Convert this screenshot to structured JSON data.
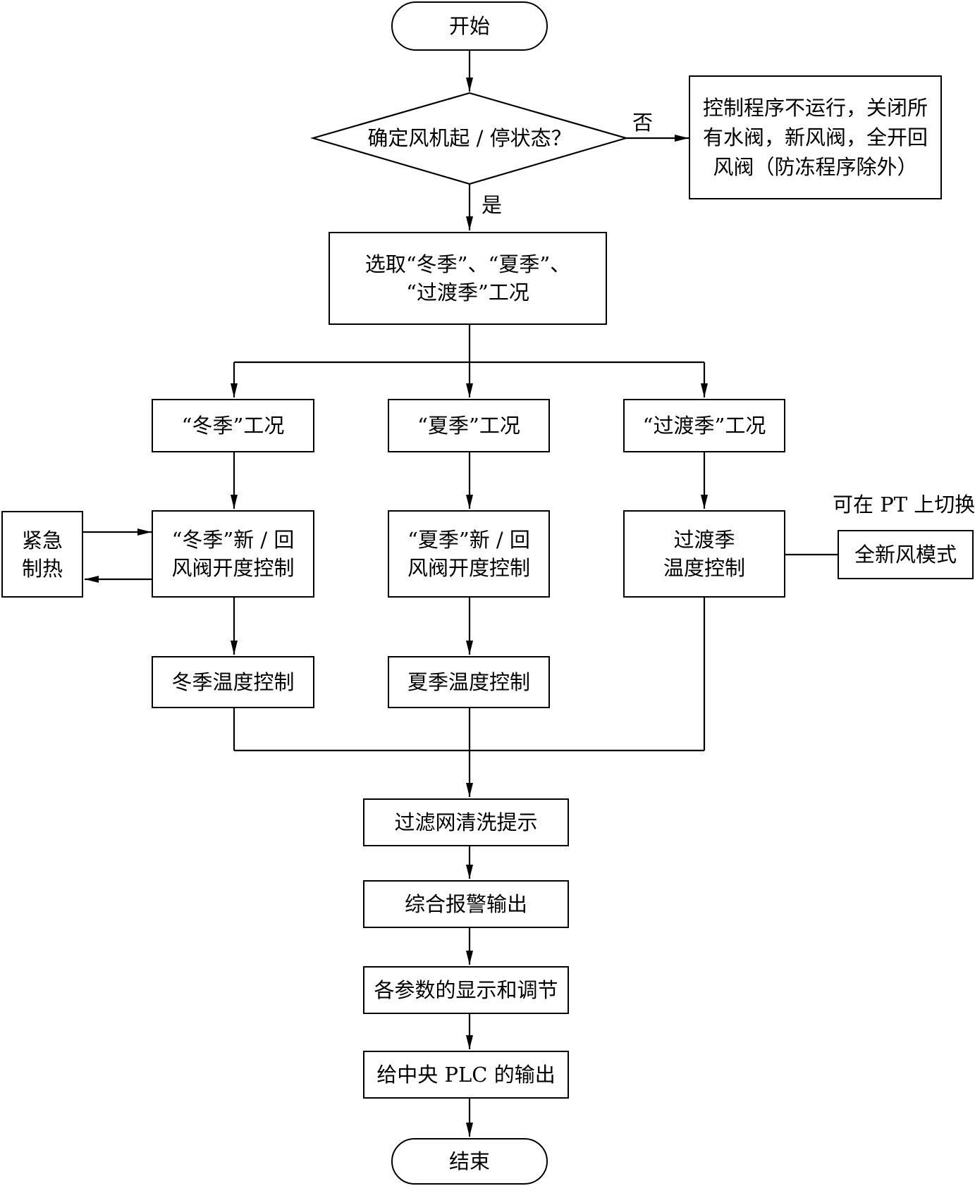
{
  "start": "开始",
  "decision": "确定风机起 / 停状态？",
  "no_label": "否",
  "yes_label": "是",
  "stop_box": "控制程序不运行，关闭所\n有水阀，新风阀，全开回\n风阀（防冻程序除外）",
  "select_mode": "选取“冬季”、“夏季”、\n“过渡季”工况",
  "winter_mode": "“冬季”工况",
  "summer_mode": "“夏季”工况",
  "transition_mode": "“过渡季”工况",
  "emergency_heat": "紧急\n制热",
  "winter_damper": "“冬季”新 / 回\n风阀开度控制",
  "summer_damper": "“夏季”新 / 回\n风阀开度控制",
  "transition_temp": "过渡季\n温度控制",
  "pt_switch_note": "可在 PT 上切换",
  "fresh_air_mode": "全新风模式",
  "winter_temp": "冬季温度控制",
  "summer_temp": "夏季温度控制",
  "filter_clean": "过滤网清洗提示",
  "alarm_output": "综合报警输出",
  "param_display": "各参数的显示和调节",
  "plc_output": "给中央 PLC 的输出",
  "end": "结束"
}
